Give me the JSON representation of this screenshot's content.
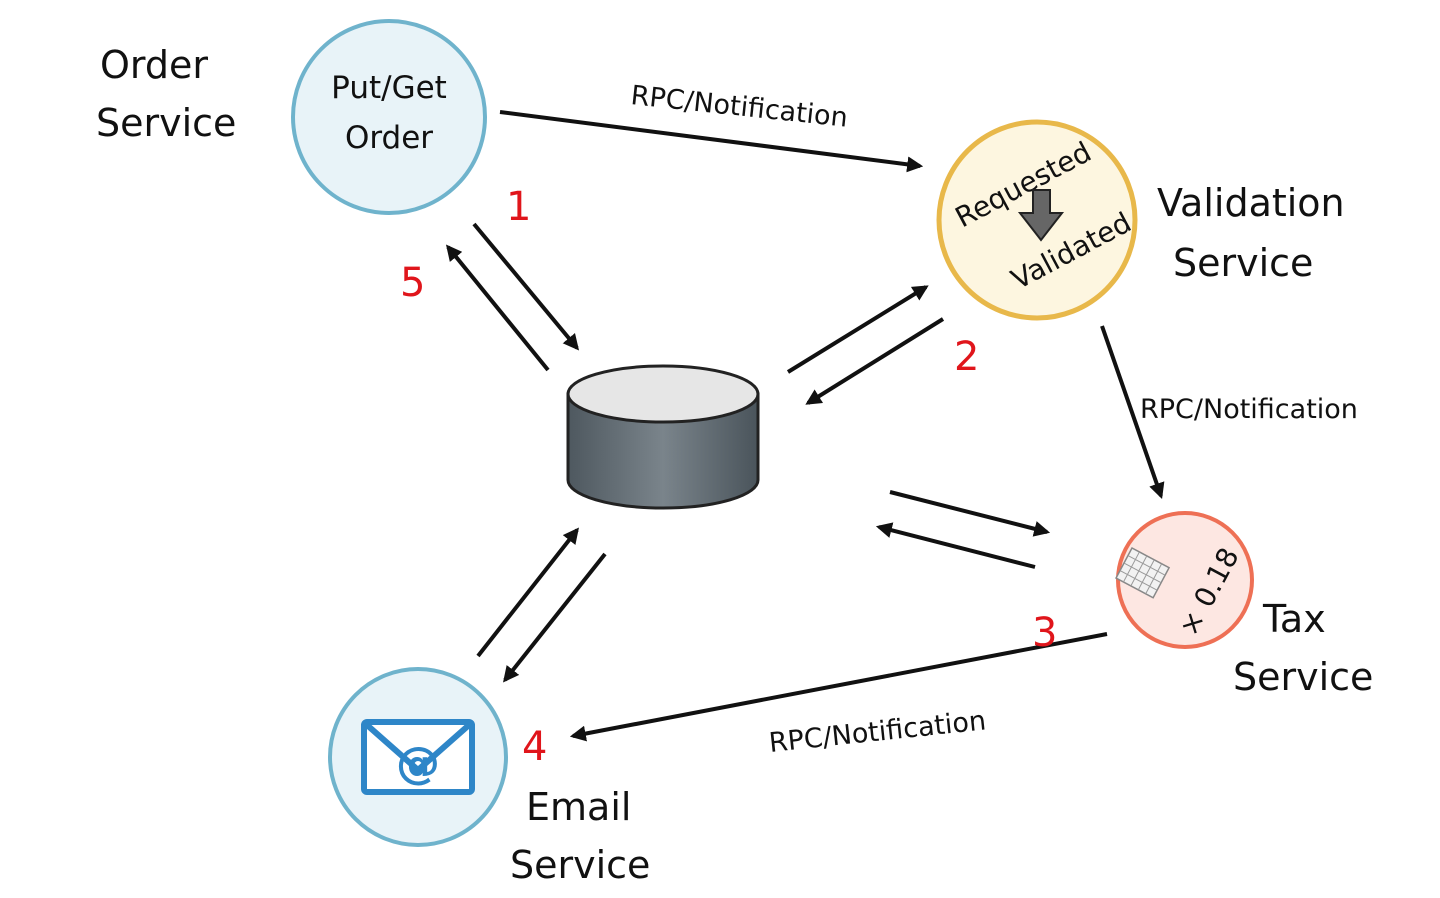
{
  "nodes": {
    "order": {
      "label_line1": "Order",
      "label_line2": "Service",
      "circle_line1": "Put/Get",
      "circle_line2": "Order",
      "ring_color": "#6fb3cc",
      "fill_color": "#e8f3f8"
    },
    "validation": {
      "label_line1": "Validation",
      "label_line2": "Service",
      "state_from": "Requested",
      "state_to": "Validated",
      "ring_color": "#e8b84a",
      "fill_color": "#fdf6e0"
    },
    "tax": {
      "label_line1": "Tax",
      "label_line2": "Service",
      "circle_text": "× 0.18",
      "ring_color": "#ee7055",
      "fill_color": "#fde7e2"
    },
    "email": {
      "label_line1": "Email",
      "label_line2": "Service",
      "icon": "email-envelope-icon",
      "ring_color": "#6fb3cc",
      "fill_color": "#e8f3f8",
      "icon_color": "#2e86c8"
    },
    "database": {
      "icon": "database-icon",
      "body_color": "#5d6870",
      "top_color": "#e6e6e6"
    }
  },
  "edges": {
    "order_to_validation": "RPC/Notification",
    "validation_to_tax": "RPC/Notification",
    "tax_to_email": "RPC/Notification"
  },
  "steps": [
    "1",
    "2",
    "3",
    "4",
    "5"
  ],
  "step_color": "#e0151b"
}
